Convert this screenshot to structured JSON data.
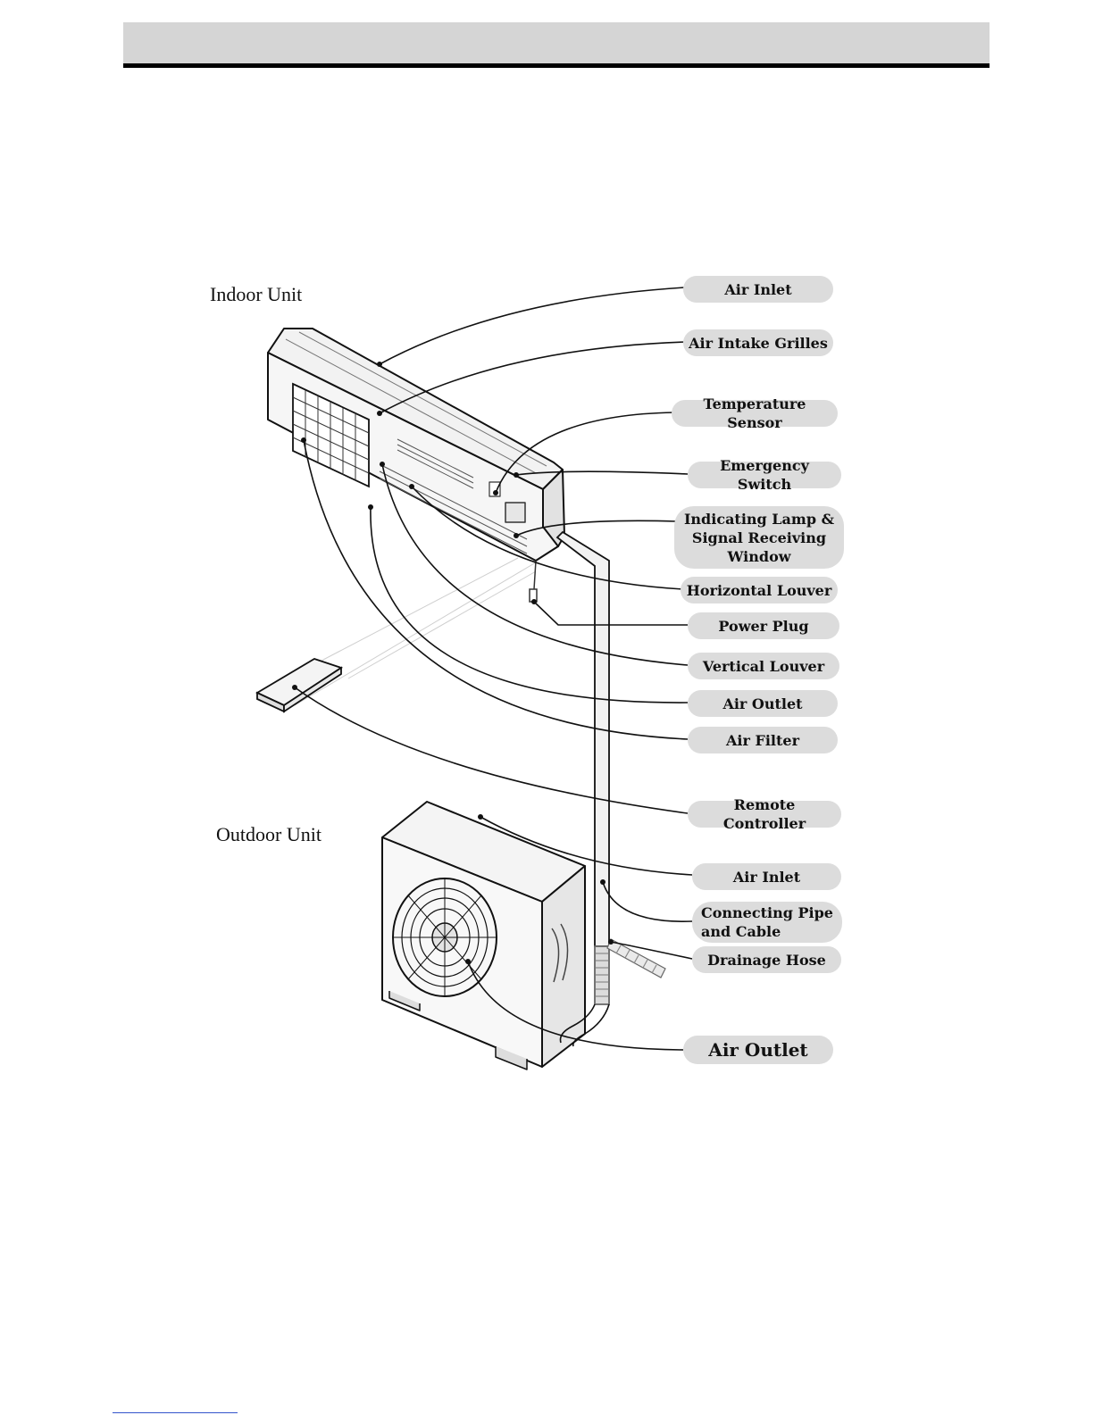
{
  "sections": {
    "indoor": "Indoor Unit",
    "outdoor": "Outdoor Unit"
  },
  "callouts": [
    {
      "id": "air-inlet-top",
      "text": "Air Inlet"
    },
    {
      "id": "air-intake-grilles",
      "text": "Air Intake Grilles"
    },
    {
      "id": "temperature-sensor",
      "text": "Temperature Sensor"
    },
    {
      "id": "emergency-switch",
      "text": "Emergency Switch"
    },
    {
      "id": "indicating-lamp",
      "line1": "Indicating Lamp &",
      "line2": "Signal Receiving",
      "line3": "Window"
    },
    {
      "id": "horizontal-louver",
      "text": "Horizontal Louver"
    },
    {
      "id": "power-plug",
      "text": "Power Plug"
    },
    {
      "id": "vertical-louver",
      "text": "Vertical Louver"
    },
    {
      "id": "air-outlet-indoor",
      "text": "Air Outlet"
    },
    {
      "id": "air-filter",
      "text": "Air Filter"
    },
    {
      "id": "remote-controller",
      "text": "Remote Controller"
    },
    {
      "id": "air-inlet-outdoor",
      "text": "Air Inlet"
    },
    {
      "id": "connecting-pipe",
      "line1": "Connecting Pipe",
      "line2": "and Cable"
    },
    {
      "id": "drainage-hose",
      "text": "Drainage Hose"
    },
    {
      "id": "air-outlet-outdoor",
      "text": "Air Outlet"
    }
  ],
  "colors": {
    "pill_fill": "#dcdcdc",
    "header_band": "#d5d5d5",
    "line": "#111111",
    "unit_fill": "#f4f4f4"
  }
}
